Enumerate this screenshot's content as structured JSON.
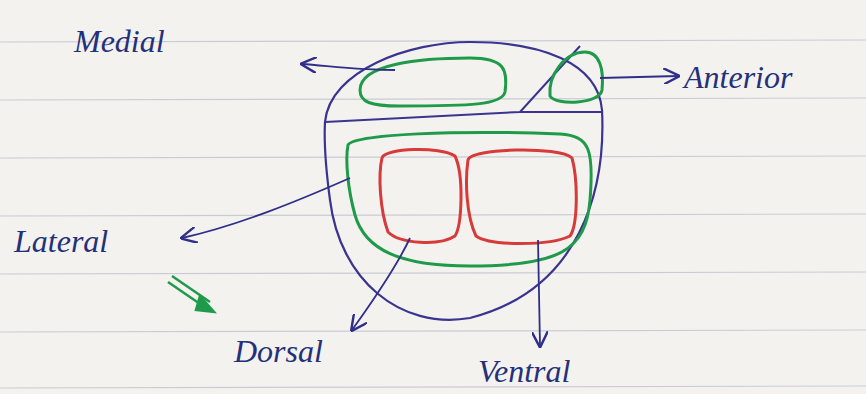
{
  "diagram": {
    "labels": [
      "Medial",
      "Anterior",
      "Lateral",
      "Dorsal",
      "Ventral"
    ]
  }
}
